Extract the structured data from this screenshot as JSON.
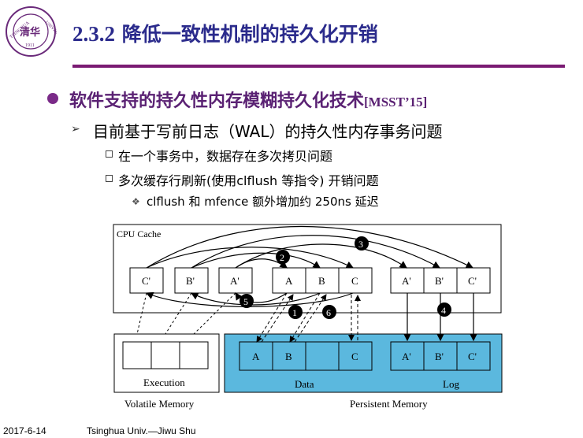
{
  "logo": {
    "top_text": "TSINGHUA",
    "right_text": "UNIVERSITY",
    "center_text": "清华",
    "year": "1911"
  },
  "slide": {
    "title_num": "2.3.2",
    "title_text": " 降低一致性机制的持久化开销"
  },
  "bullets": {
    "level1": "软件支持的持久性内存模糊持久化技术",
    "level1_ref": "[MSST’15]",
    "level2": "目前基于写前日志（WAL）的持久性内存事务问题",
    "level3_a": "在一个事务中，数据存在多次拷贝问题",
    "level3_b": "多次缓存行刷新(使用clflush 等指令) 开销问题",
    "level4": "clflush 和 mfence 额外增加约 250ns 延迟"
  },
  "diagram": {
    "cpu_cache_label": "CPU Cache",
    "cache_cells_left": [
      "C'",
      "B'",
      "A'"
    ],
    "cache_cells_mid": [
      "A",
      "B",
      "C"
    ],
    "cache_cells_right": [
      "A'",
      "B'",
      "C'"
    ],
    "data_cells": [
      "A",
      "B",
      "",
      "C"
    ],
    "log_cells": [
      "A'",
      "B'",
      "C'"
    ],
    "execution_label": "Execution",
    "data_label": "Data",
    "log_label": "Log",
    "volatile_label": "Volatile Memory",
    "persistent_label": "Persistent Memory",
    "step_labels": [
      "1",
      "2",
      "3",
      "4",
      "5",
      "6"
    ],
    "persistent_fill": "#5bb8de"
  },
  "footer": {
    "date": "2017-6-14",
    "author": "Tsinghua Univ.—Jiwu Shu"
  }
}
